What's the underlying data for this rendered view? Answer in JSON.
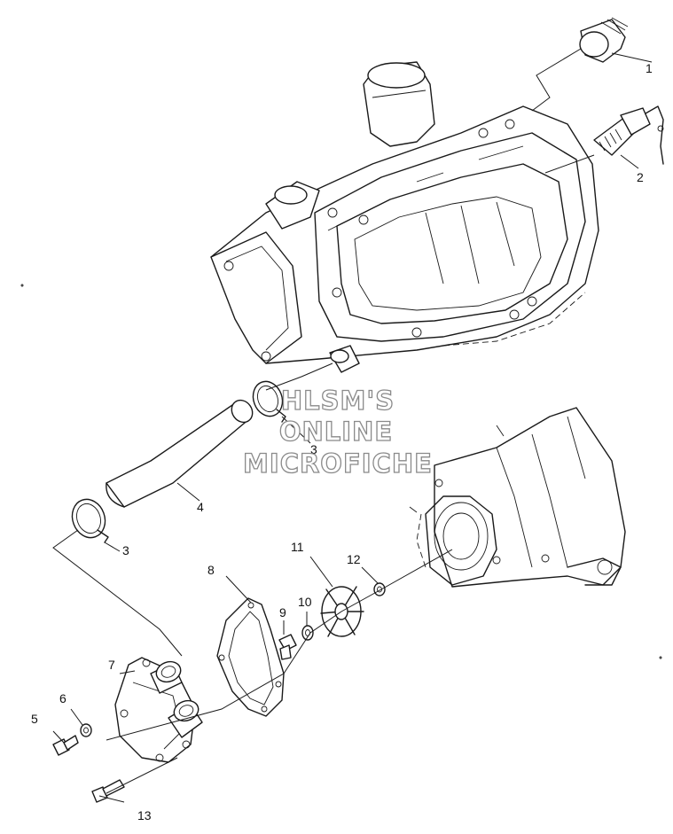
{
  "diagram": {
    "callouts": [
      {
        "id": "1",
        "label": "1"
      },
      {
        "id": "2",
        "label": "2"
      },
      {
        "id": "3a",
        "label": "3"
      },
      {
        "id": "3b",
        "label": "3"
      },
      {
        "id": "4",
        "label": "4"
      },
      {
        "id": "5",
        "label": "5"
      },
      {
        "id": "6",
        "label": "6"
      },
      {
        "id": "7",
        "label": "7"
      },
      {
        "id": "8",
        "label": "8"
      },
      {
        "id": "9",
        "label": "9"
      },
      {
        "id": "10",
        "label": "10"
      },
      {
        "id": "11",
        "label": "11"
      },
      {
        "id": "12",
        "label": "12"
      },
      {
        "id": "13",
        "label": "13"
      }
    ],
    "watermark": {
      "line1": "HLSM'S",
      "line2": "ONLINE",
      "line3": "MICROFICHE"
    }
  }
}
